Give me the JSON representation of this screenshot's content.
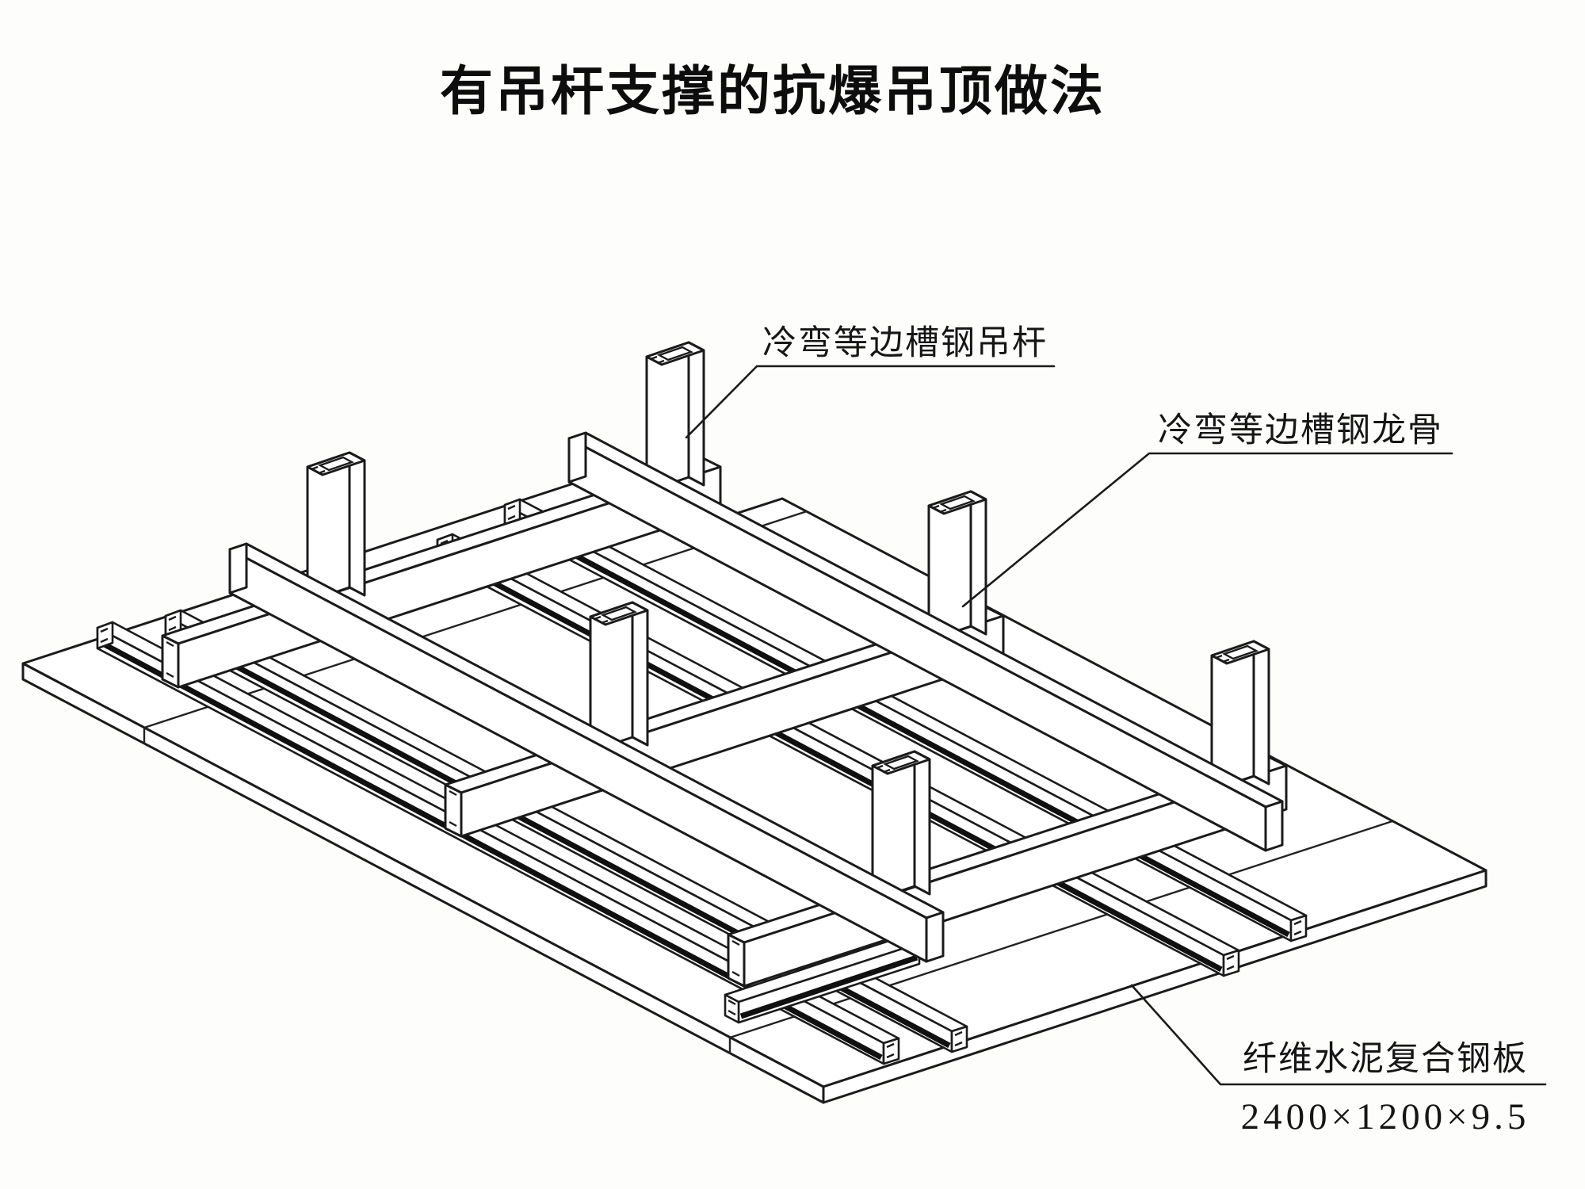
{
  "page": {
    "title": "有吊杆支撑的抗爆吊顶做法"
  },
  "annotations": {
    "hanger_label": "冷弯等边槽钢吊杆",
    "keel_label": "冷弯等边槽钢龙骨",
    "panel_label": "纤维水泥复合钢板",
    "panel_size": "2400×1200×9.5"
  },
  "drawing": {
    "type": "axonometric-construction-detail",
    "hanger_count": "6",
    "colors": {
      "ink": "#1b1b1b",
      "paper": "#fdfdfc"
    }
  }
}
